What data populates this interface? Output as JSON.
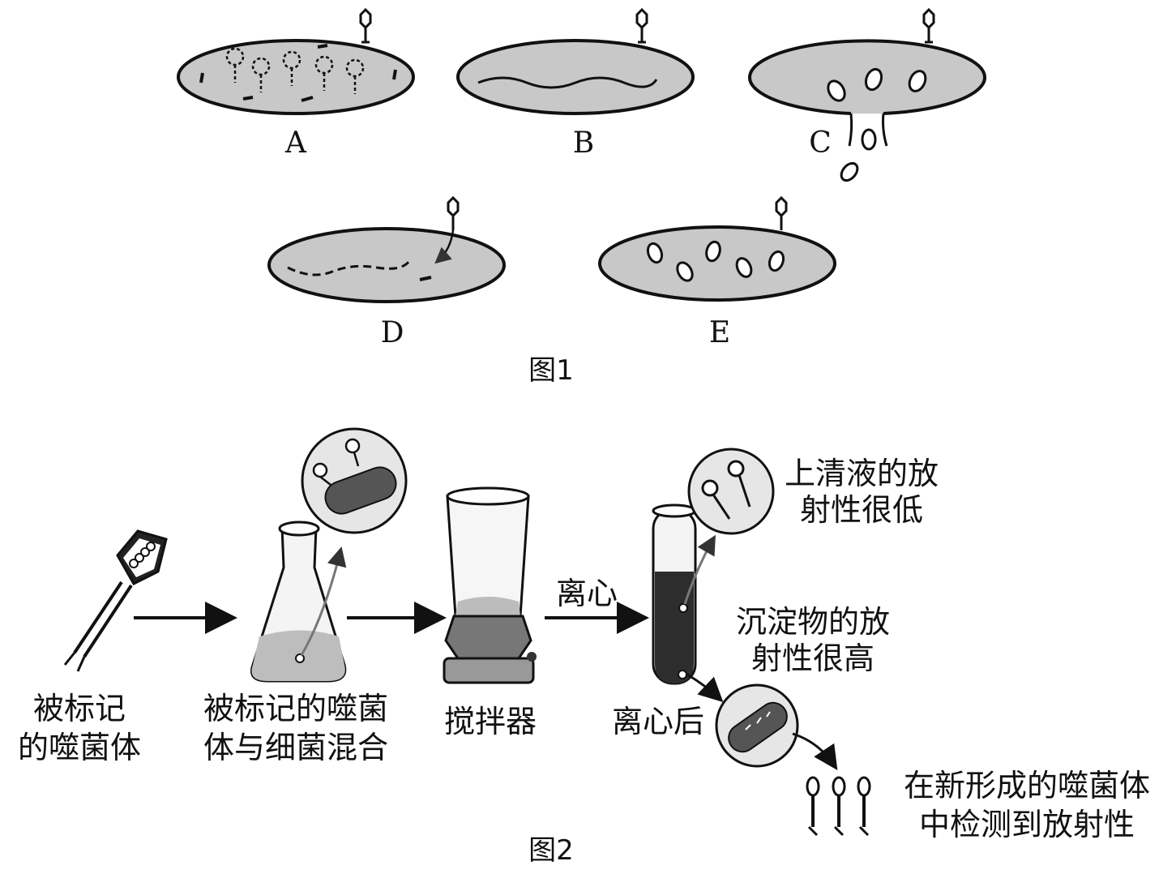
{
  "figure1": {
    "caption": "图1",
    "cells": [
      {
        "letter": "A"
      },
      {
        "letter": "B"
      },
      {
        "letter": "C"
      },
      {
        "letter": "D"
      },
      {
        "letter": "E"
      }
    ]
  },
  "figure2": {
    "caption": "图2",
    "steps": {
      "labeled_phage": [
        "被标记",
        "的噬菌体"
      ],
      "mix": [
        "被标记的噬菌",
        "体与细菌混合"
      ],
      "blender": [
        "搅拌器"
      ],
      "centrifuge_arrow": "离心",
      "after_centrifuge": [
        "离心后"
      ],
      "supernatant": [
        "上清液的放",
        "射性很低"
      ],
      "pellet": [
        "沉淀物的放",
        "射性很高"
      ],
      "progeny": [
        "在新形成的噬菌体",
        "中检测到放射性"
      ]
    }
  }
}
